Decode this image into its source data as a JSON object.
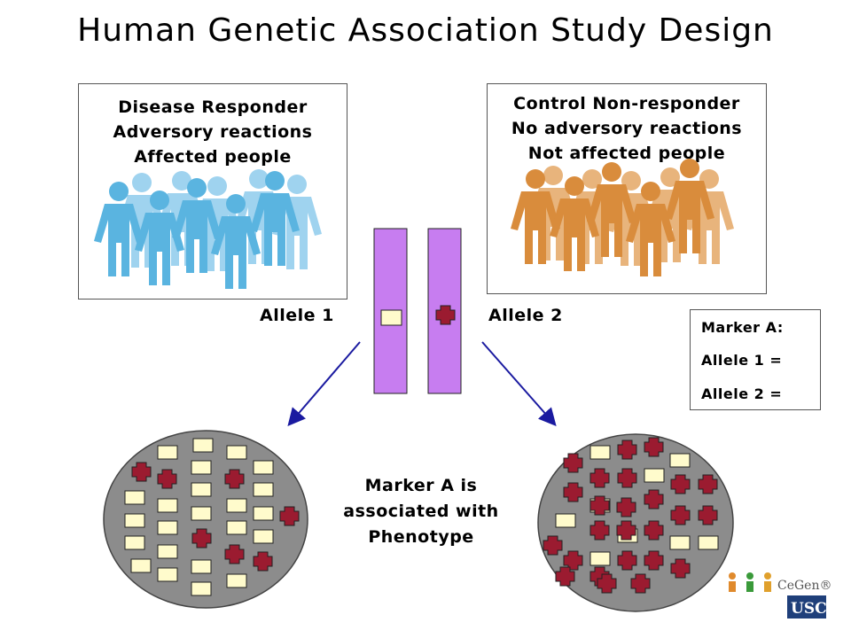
{
  "title": "Human Genetic Association Study Design",
  "disease_box": {
    "lines": [
      "Disease Responder",
      "Adversory reactions",
      "Affected people"
    ]
  },
  "control_box": {
    "lines": [
      "Control Non-responder",
      "No adversory reactions",
      "Not affected people"
    ]
  },
  "allele_labels": {
    "allele1": "Allele 1",
    "allele2": "Allele 2"
  },
  "legend": {
    "title": "Marker A:",
    "allele1": "Allele 1 =",
    "allele2": "Allele 2 ="
  },
  "center_note": [
    "Marker A is",
    "associated with",
    "Phenotype"
  ],
  "logos": {
    "cegen": "CeGen®",
    "usc": "USC"
  },
  "colors": {
    "disease_people": "#5ab4e0",
    "control_people": "#d98c3c",
    "chromosome": "#c77df0",
    "marker_allele1": "#fffbcc",
    "marker_allele2": "#9b1b30",
    "population": "#8c8c8c",
    "arrow": "#1a1aa0"
  },
  "icons": [
    "person-icon",
    "allele-square-icon",
    "allele-cross-icon",
    "arrow-icon"
  ]
}
